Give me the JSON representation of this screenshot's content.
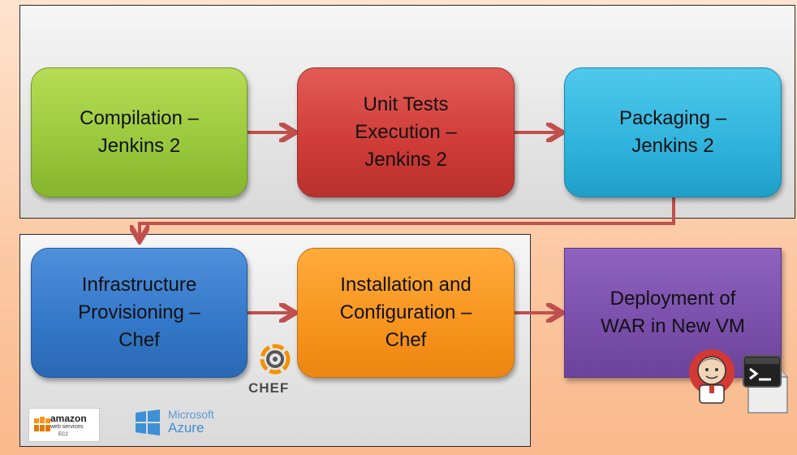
{
  "boxes": {
    "compilation": "Compilation –\nJenkins 2",
    "unit_tests": "Unit Tests\nExecution –\nJenkins 2",
    "packaging": "Packaging –\nJenkins 2",
    "infrastructure": "Infrastructure\nProvisioning –\nChef",
    "installation": "Installation and\nConfiguration –\nChef",
    "deployment": "Deployment of\nWAR in New VM"
  },
  "logos": {
    "chef": "CHEF",
    "aws_name": "amazon",
    "aws_sub": "web services",
    "aws_ec2": "EC2",
    "azure_ms": "Microsoft",
    "azure_name": "Azure",
    "jenkins_icon": "jenkins-butler-icon",
    "terminal_icon": "terminal-script-icon"
  },
  "colors": {
    "arrow": "#c0504d",
    "compilation": "#98c73c",
    "unit_tests": "#cf3b36",
    "packaging": "#2fb3dc",
    "infrastructure": "#3377c8",
    "installation": "#f7941d",
    "deployment": "#7a4fab"
  }
}
